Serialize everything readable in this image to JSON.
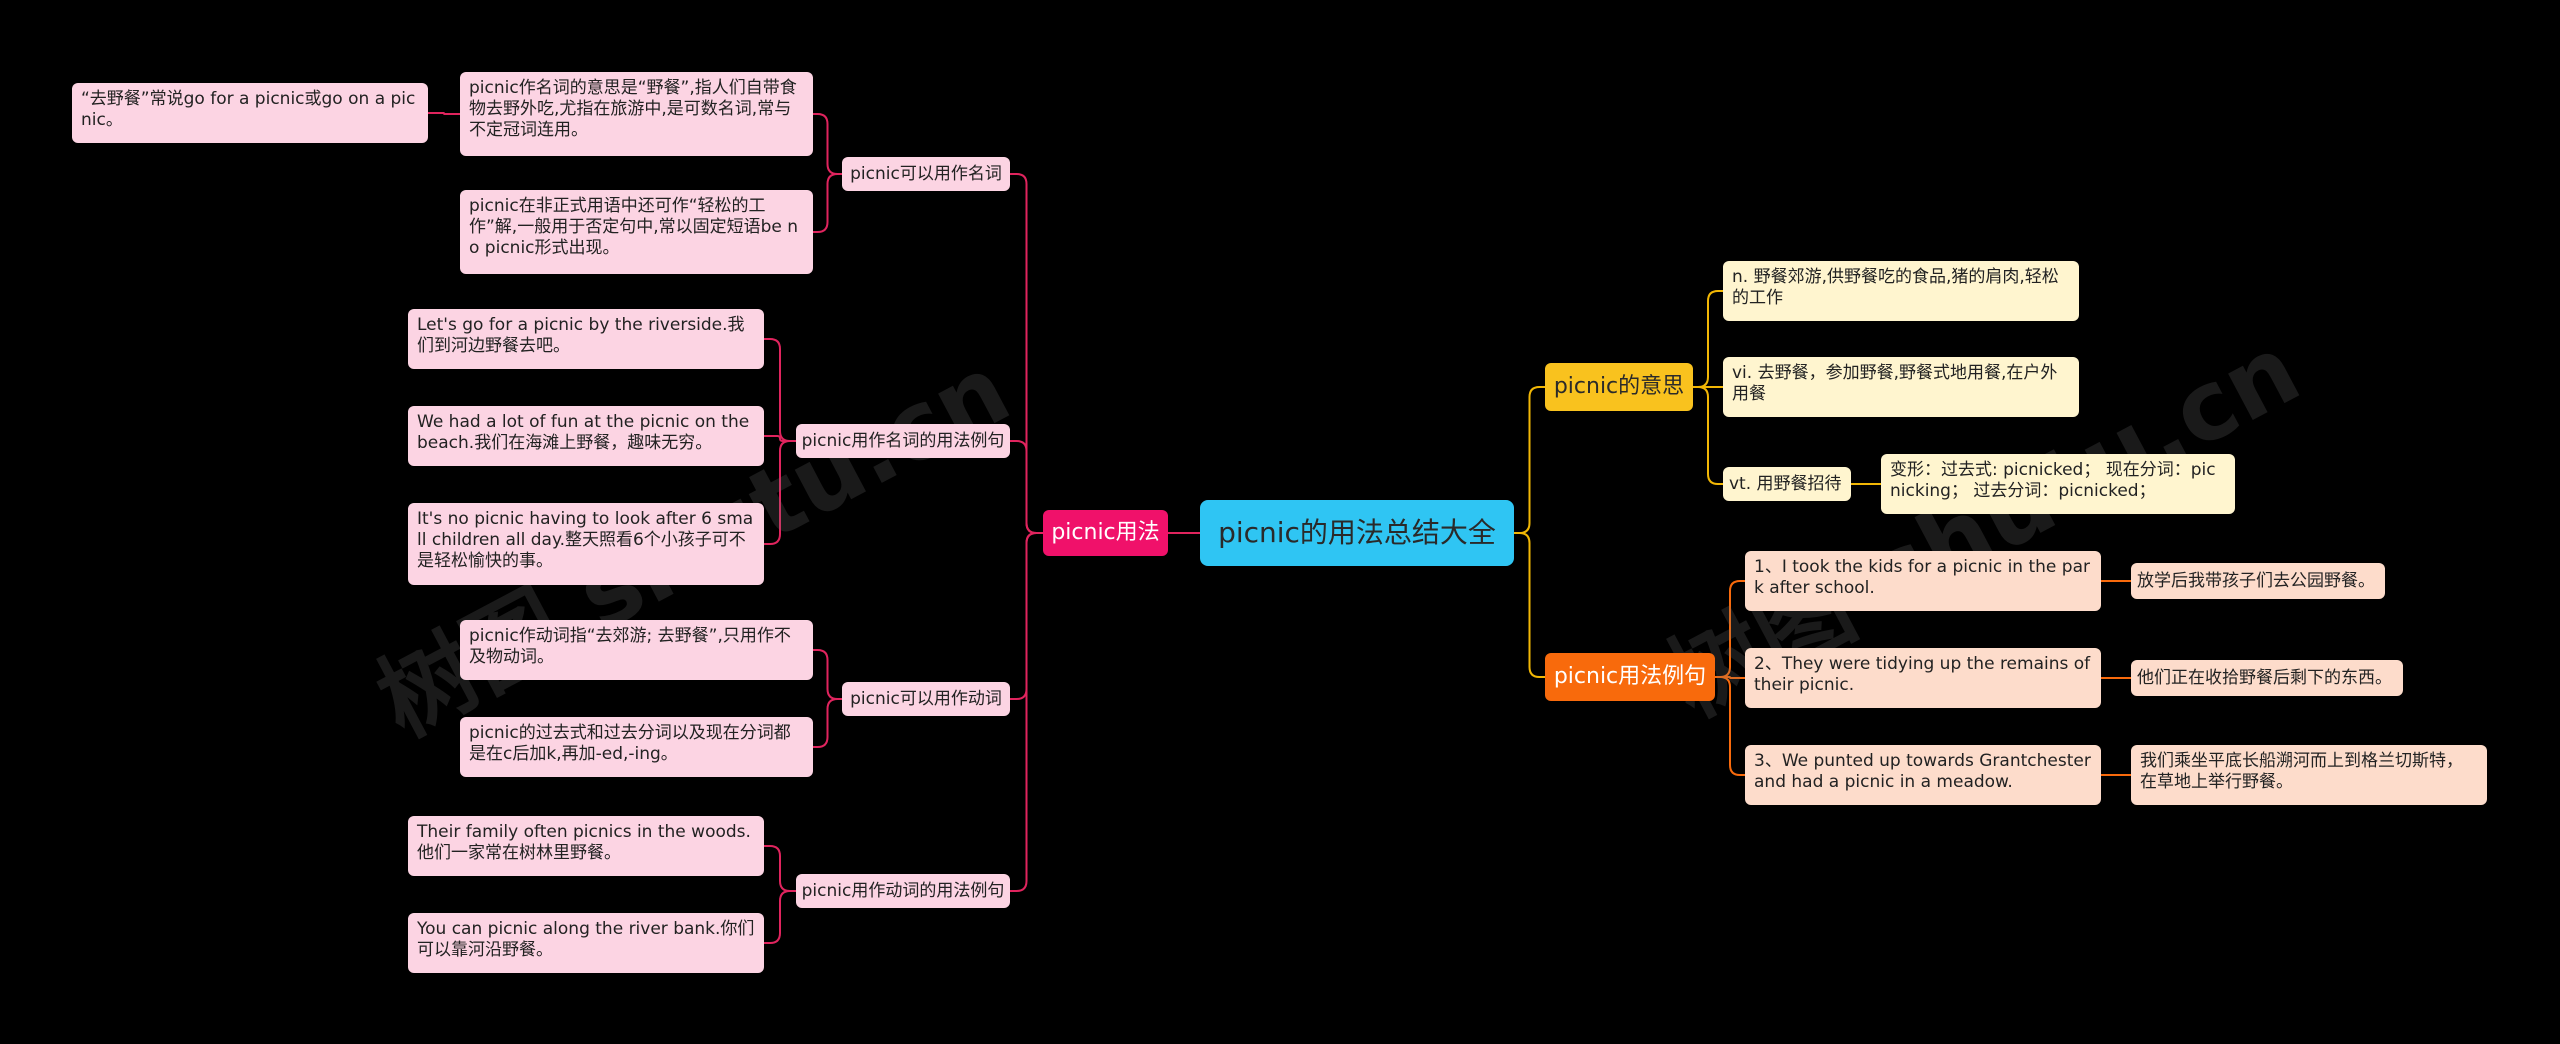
{
  "watermark": "树图 shutu.cn",
  "colors": {
    "left_link": "#e0245e",
    "right_top_link": "#f2b705",
    "right_bottom_link": "#f86a0c",
    "center_link": "#2fc5f3"
  },
  "center": "picnic的用法总结大全",
  "left_main": "picnic用法",
  "left_groups": [
    {
      "label": "picnic可以用作名词",
      "items": [
        "picnic作名词的意思是“野餐”,指人们自带食物去野外吃,尤指在旅游中,是可数名词,常与不定冠词连用。",
        "picnic在非正式用语中还可作“轻松的工作”解,一般用于否定句中,常以固定短语be no picnic形式出现。"
      ],
      "note": "“去野餐”常说go for a picnic或go on a picnic。"
    },
    {
      "label": "picnic用作名词的用法例句",
      "items": [
        "Let's go for a picnic by the riverside.我们到河边野餐去吧。",
        "We had a lot of fun at the picnic on the beach.我们在海滩上野餐，趣味无穷。",
        "It's no picnic having to look after 6 small children all day.整天照看6个小孩子可不是轻松愉快的事。"
      ]
    },
    {
      "label": "picnic可以用作动词",
      "items": [
        "picnic作动词指“去郊游; 去野餐”,只用作不及物动词。",
        "picnic的过去式和过去分词以及现在分词都是在c后加k,再加-ed,-ing。"
      ]
    },
    {
      "label": "picnic用作动词的用法例句",
      "items": [
        "Their family often picnics in the woods.他们一家常在树林里野餐。",
        "You can picnic along the river bank.你们可以靠河沿野餐。"
      ]
    }
  ],
  "right_meaning": {
    "label": "picnic的意思",
    "items": [
      "n. 野餐郊游,供野餐吃的食品,猪的肩肉,轻松的工作",
      "vi. 去野餐，参加野餐,野餐式地用餐,在户外用餐",
      "vt. 用野餐招待"
    ],
    "variant": "变形：过去式: picnicked； 现在分词：picnicking； 过去分词：picnicked；"
  },
  "right_examples": {
    "label": "picnic用法例句",
    "items": [
      {
        "en": "1、I took the kids for a picnic in the park after school.",
        "zh": "放学后我带孩子们去公园野餐。"
      },
      {
        "en": "2、They were tidying up the remains of their picnic.",
        "zh": "他们正在收拾野餐后剩下的东西。"
      },
      {
        "en": "3、We punted up towards Grantchester and had a picnic in a meadow.",
        "zh": "我们乘坐平底长船溯河而上到格兰切斯特，在草地上举行野餐。"
      }
    ]
  }
}
